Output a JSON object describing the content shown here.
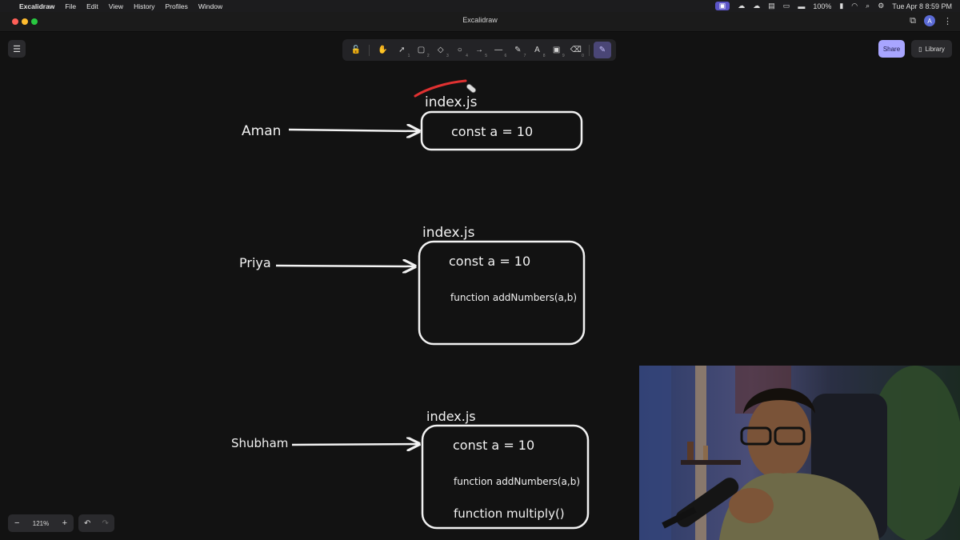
{
  "menubar": {
    "app_name": "Excalidraw",
    "items": [
      "File",
      "Edit",
      "View",
      "History",
      "Profiles",
      "Window"
    ],
    "battery": "100%",
    "datetime": "Tue Apr 8  8:59 PM"
  },
  "window": {
    "title": "Excalidraw",
    "avatar_initial": "A"
  },
  "toolbar": {
    "tools": [
      {
        "name": "lock-icon",
        "glyph": "🔓",
        "shortcut": ""
      },
      {
        "name": "hand-icon",
        "glyph": "✋",
        "shortcut": ""
      },
      {
        "name": "selection-icon",
        "glyph": "➚",
        "shortcut": "1"
      },
      {
        "name": "rectangle-icon",
        "glyph": "▢",
        "shortcut": "2"
      },
      {
        "name": "diamond-icon",
        "glyph": "◇",
        "shortcut": "3"
      },
      {
        "name": "ellipse-icon",
        "glyph": "○",
        "shortcut": "4"
      },
      {
        "name": "arrow-icon",
        "glyph": "→",
        "shortcut": "5"
      },
      {
        "name": "line-icon",
        "glyph": "—",
        "shortcut": "6"
      },
      {
        "name": "pencil-icon",
        "glyph": "✎",
        "shortcut": "7"
      },
      {
        "name": "text-icon",
        "glyph": "A",
        "shortcut": "8"
      },
      {
        "name": "image-icon",
        "glyph": "▣",
        "shortcut": "9"
      },
      {
        "name": "eraser-icon",
        "glyph": "⌫",
        "shortcut": "0"
      },
      {
        "name": "laser-icon",
        "glyph": "✎",
        "shortcut": ""
      }
    ],
    "share_label": "Share",
    "library_label": "Library"
  },
  "drawing": {
    "groups": [
      {
        "person": "Aman",
        "file": "index.js",
        "lines": [
          "const a = 10"
        ]
      },
      {
        "person": "Priya",
        "file": "index.js",
        "lines": [
          "const a = 10",
          "function addNumbers(a,b)"
        ]
      },
      {
        "person": "Shubham",
        "file": "index.js",
        "lines": [
          "const a = 10",
          "function addNumbers(a,b)",
          "function multiply()"
        ]
      }
    ],
    "accent_color": "#e03131"
  },
  "bottom": {
    "zoom": "121%",
    "zoom_out": "−",
    "zoom_in": "+"
  }
}
